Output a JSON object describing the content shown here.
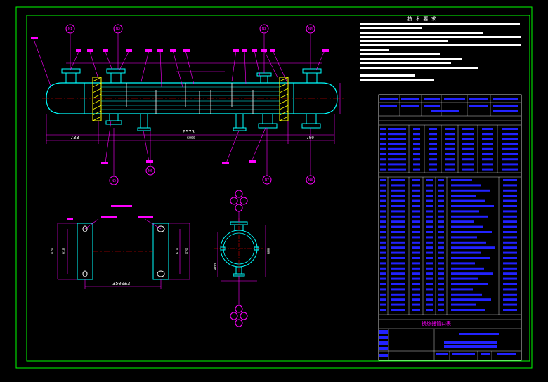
{
  "sheet": {
    "tech_requirements_title": "技 术 要 求",
    "table_caption": "换热器管口表",
    "dimensions": {
      "left_length": "733",
      "main_length": "6573",
      "main_sub": "6000",
      "right_length": "700",
      "saddle_pitch": "3500±3",
      "saddle_height": "618",
      "saddle_height_outer": "828",
      "section_width": "400",
      "section_height": "600"
    },
    "nozzle_markers": [
      "N1",
      "N2",
      "N3",
      "N4",
      "N5",
      "N6",
      "N7",
      "N8"
    ],
    "colors": {
      "frame": "#00ff00",
      "vessel": "#00ffff",
      "leader": "#ff00ff",
      "text": "#ffffff",
      "baffle": "#ffff00",
      "dim": "#ff00ff",
      "table": "#0000ff"
    }
  }
}
